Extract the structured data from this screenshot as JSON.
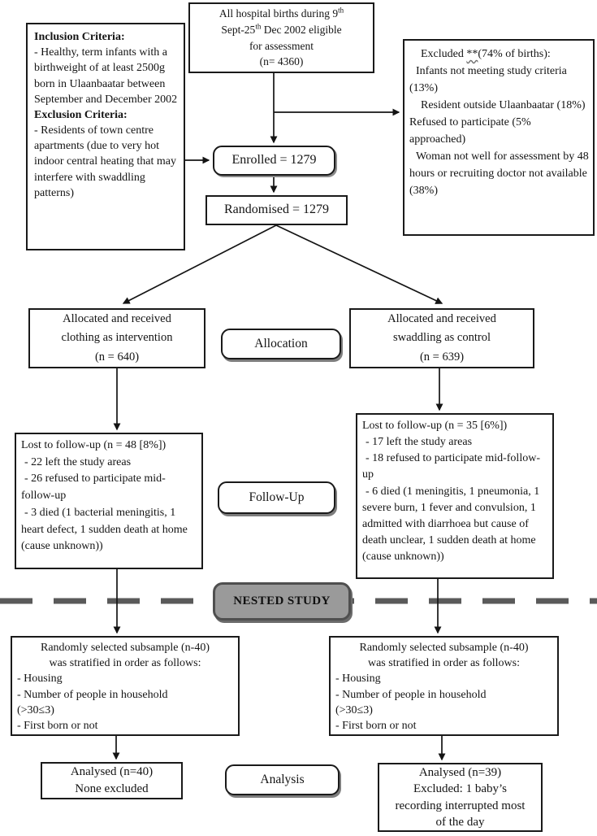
{
  "figure": {
    "kind": "consort-flow-diagram",
    "colors": {
      "background": "#ffffff",
      "box_border": "#1a1a1a",
      "text": "#141414",
      "nested_fill": "#9a9a9a",
      "nested_border": "#4f4f4f",
      "dashed_line": "#5a5a5a"
    }
  },
  "boxes": {
    "eligible": {
      "lines": [
        "All hospital births during 9^th",
        "Sept-25^th Dec 2002 eligible",
        "for assessment",
        "(n= 4360)"
      ]
    },
    "criteria": {
      "inclusion_title": "Inclusion Criteria:",
      "inclusion_text": "- Healthy, term infants with a birthweight of at least 2500g born in Ulaanbaatar between September and December 2002",
      "exclusion_title": "Exclusion Criteria:",
      "exclusion_text": "- Residents of town centre apartments (due to very hot indoor central heating that may interfere with swaddling patterns)"
    },
    "excluded": {
      "title_prefix": "Excluded ",
      "title_marks": "**",
      "title_suffix": "(74% of births):",
      "items": [
        "Infants not meeting study criteria (13%)",
        "Resident outside Ulaanbaatar (18%)",
        "Refused to participate (5% approached)",
        "Woman not well for assessment by 48 hours or recruiting doctor not available (38%)"
      ]
    },
    "enrolled": {
      "label": "Enrolled = 1279"
    },
    "randomised": {
      "label": "Randomised = 1279"
    },
    "alloc_left": {
      "lines": [
        "Allocated and received",
        "clothing as intervention",
        "(n = 640)"
      ]
    },
    "allocation_pill": {
      "label": "Allocation"
    },
    "alloc_right": {
      "lines": [
        "Allocated and received",
        "swaddling as control",
        "(n = 639)"
      ]
    },
    "followup_left": {
      "title": "Lost to follow-up (n = 48 [8%])",
      "items": [
        "- 22 left the study areas",
        "- 26 refused to participate mid-follow-up",
        "- 3 died (1 bacterial meningitis, 1 heart defect, 1 sudden death at home (cause unknown))"
      ]
    },
    "followup_pill": {
      "label": "Follow-Up"
    },
    "followup_right": {
      "title": "Lost to follow-up (n = 35 [6%])",
      "items": [
        "- 17 left the study areas",
        "- 18 refused to participate mid-follow-up",
        "- 6 died (1 meningitis, 1 pneumonia, 1 severe burn, 1 fever and convulsion, 1 admitted with diarrhoea but cause of death unclear, 1 sudden death at home (cause unknown))"
      ]
    },
    "nested": {
      "label": "NESTED STUDY"
    },
    "subsample_left": {
      "line1": "Randomly selected subsample (n-40)",
      "line2": "was stratified in order as follows:",
      "items": [
        "- Housing",
        "- Number of people in household",
        "(>30≤3)",
        "- First born or not"
      ]
    },
    "subsample_right": {
      "line1": "Randomly selected subsample (n-40)",
      "line2": "was stratified in order as follows:",
      "items": [
        "- Housing",
        "- Number of people in household",
        "(>30≤3)",
        "- First born or not"
      ]
    },
    "analysed_left": {
      "lines": [
        "Analysed (n=40)",
        "None excluded"
      ]
    },
    "analysis_pill": {
      "label": "Analysis"
    },
    "analysed_right": {
      "lines": [
        "Analysed (n=39)",
        "Excluded: 1 baby’s",
        "recording interrupted most",
        "of the day"
      ]
    }
  }
}
